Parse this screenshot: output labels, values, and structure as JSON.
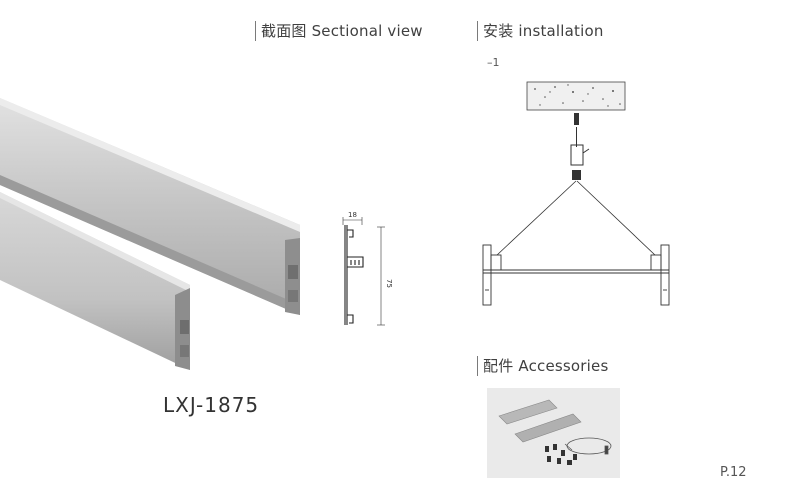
{
  "sections": {
    "sectional": {
      "heading": "截面图 Sectional view"
    },
    "installation": {
      "heading": "安装 installation",
      "sub_label": "–1"
    },
    "accessories": {
      "heading": "配件 Accessories"
    }
  },
  "product": {
    "model_code": "LXJ-1875"
  },
  "dimensions": {
    "width": "18",
    "height": "75"
  },
  "page": {
    "number": "P.12"
  },
  "colors": {
    "profile_light": "#d4d4d4",
    "profile_mid": "#b3b3b3",
    "profile_dark": "#8c8c8c",
    "line": "#333333"
  }
}
